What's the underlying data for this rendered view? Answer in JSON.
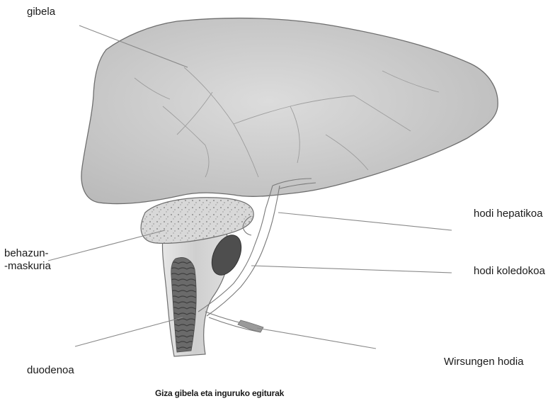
{
  "labels": {
    "gibela": "gibela",
    "hodi_hepatikoa": "hodi hepatikoa",
    "behazun_line1": "behazun-",
    "behazun_line2": "-maskuria",
    "hodi_koledokoa": "hodi koledokoa",
    "duodenoa": "duodenoa",
    "wirsungen_hodia": "Wirsungen hodia"
  },
  "caption": "Giza gibela eta inguruko egiturak",
  "colors": {
    "organ_fill": "#c9c9c9",
    "organ_edge": "#6e6e6e",
    "leader_line": "#8a8a8a",
    "duodenum_inner": "#5c5c5c"
  }
}
